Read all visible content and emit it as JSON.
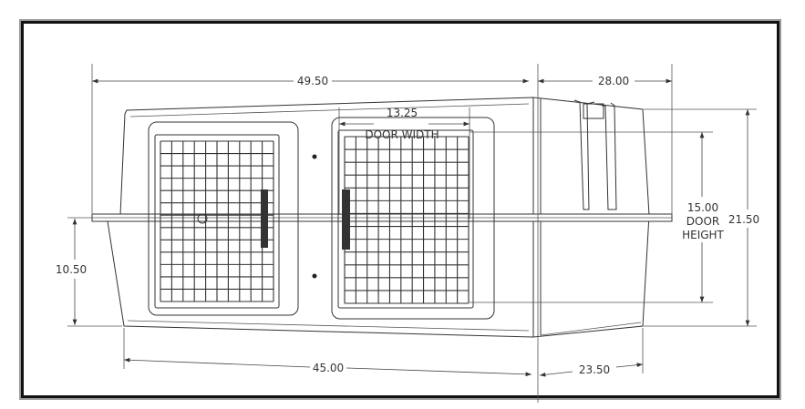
{
  "dimensions": {
    "overall_length_top": "49.50",
    "depth_top": "28.00",
    "door_width_value": "13.25",
    "door_width_label": "DOOR WIDTH",
    "door_height_value": "15.00",
    "door_height_label_1": "DOOR",
    "door_height_label_2": "HEIGHT",
    "overall_height": "21.50",
    "lower_height": "10.50",
    "base_length": "45.00",
    "base_depth": "23.50"
  }
}
